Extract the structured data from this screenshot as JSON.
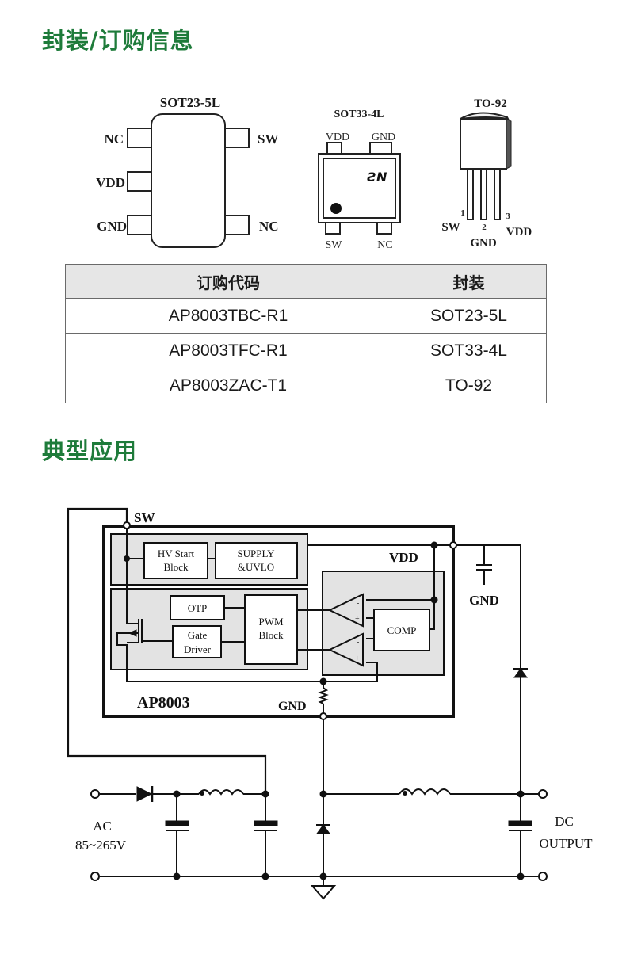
{
  "sections": {
    "packaging_title": "封装/订购信息",
    "application_title": "典型应用"
  },
  "packages": {
    "sot23": {
      "name": "SOT23-5L",
      "pins_left": [
        "NC",
        "VDD",
        "GND"
      ],
      "pins_right": [
        "SW",
        "NC"
      ]
    },
    "sot33": {
      "name": "SOT33-4L",
      "pins_top": [
        "VDD",
        "GND"
      ],
      "pins_bottom": [
        "SW",
        "NC"
      ],
      "logo": "logo-mark"
    },
    "to92": {
      "name": "TO-92",
      "pins": [
        {
          "num": "1",
          "label": "SW"
        },
        {
          "num": "2",
          "label": "GND"
        },
        {
          "num": "3",
          "label": "VDD"
        }
      ]
    }
  },
  "order_table": {
    "headers": [
      "订购代码",
      "封装"
    ],
    "rows": [
      [
        "AP8003TBC-R1",
        "SOT23-5L"
      ],
      [
        "AP8003TFC-R1",
        "SOT33-4L"
      ],
      [
        "AP8003ZAC-T1",
        "TO-92"
      ]
    ]
  },
  "schematic": {
    "chip_name": "AP8003",
    "pin_sw": "SW",
    "pin_vdd": "VDD",
    "pin_gnd": "GND",
    "ext_gnd": "GND",
    "blocks": {
      "hv_start_1": "HV Start",
      "hv_start_2": "Block",
      "supply_1": "SUPPLY",
      "supply_2": "&UVLO",
      "otp": "OTP",
      "gate_1": "Gate",
      "gate_2": "Driver",
      "pwm_1": "PWM",
      "pwm_2": "Block",
      "comp": "COMP"
    },
    "input_label_1": "AC",
    "input_label_2": "85~265V",
    "output_label_1": "DC",
    "output_label_2": "OUTPUT"
  }
}
